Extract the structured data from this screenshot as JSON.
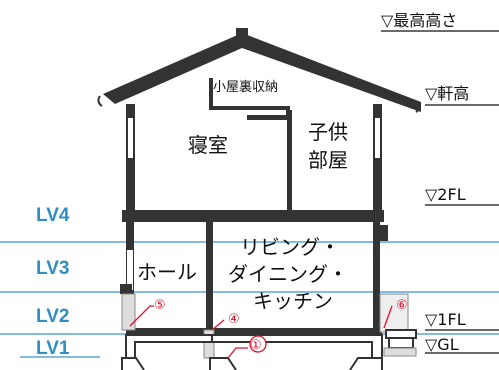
{
  "levels_right": {
    "max_height": "▽最高高さ",
    "eaves": "▽軒高",
    "fl2": "▽2FL",
    "fl1": "▽1FL",
    "gl": "▽GL"
  },
  "levels_left": [
    "LV4",
    "LV3",
    "LV2",
    "LV1"
  ],
  "rooms": {
    "attic": "小屋裏収納",
    "bedroom": "寝室",
    "kids_1": "子供",
    "kids_2": "部屋",
    "hall": "ホール",
    "ldk_1": "リビング・",
    "ldk_2": "ダイニング・",
    "ldk_3": "キッチン"
  },
  "markers": [
    "①",
    "④",
    "⑤",
    "⑥"
  ],
  "colors": {
    "level_line": "#5aa6d6",
    "level_label": "#2f8fc3",
    "marker": "#e0102a",
    "wall": "#333333"
  }
}
